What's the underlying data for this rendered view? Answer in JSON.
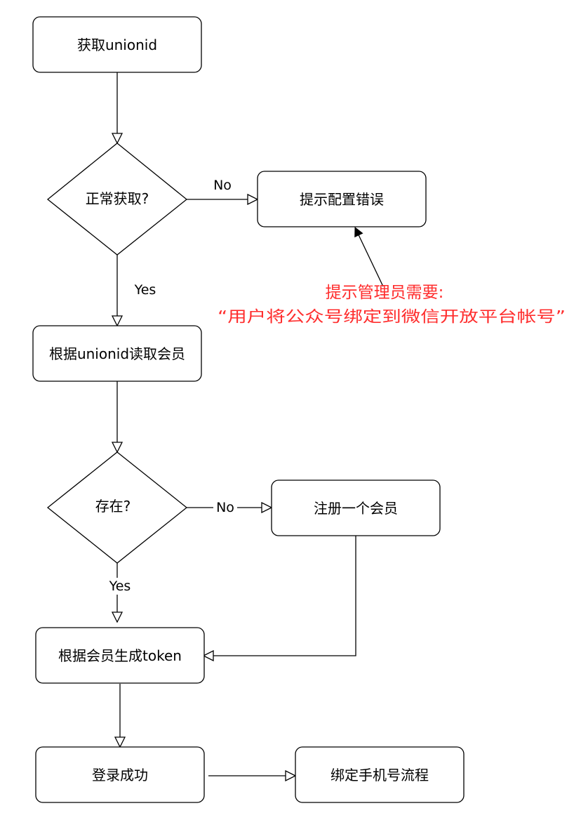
{
  "nodes": {
    "get_unionid": "获取unionid",
    "check_normal": "正常获取?",
    "config_error": "提示配置错误",
    "read_member": "根据unionid读取会员",
    "check_exists": "存在?",
    "register_member": "注册一个会员",
    "generate_token": "根据会员生成token",
    "login_success": "登录成功",
    "bind_phone": "绑定手机号流程"
  },
  "edge_labels": {
    "normal_no": "No",
    "normal_yes": "Yes",
    "exists_no": "No",
    "exists_yes": "Yes"
  },
  "note": {
    "line1": "提示管理员需要:",
    "line2": "“用户将公众号绑定到微信开放平台帐号”",
    "color": "#ff2d2d"
  }
}
